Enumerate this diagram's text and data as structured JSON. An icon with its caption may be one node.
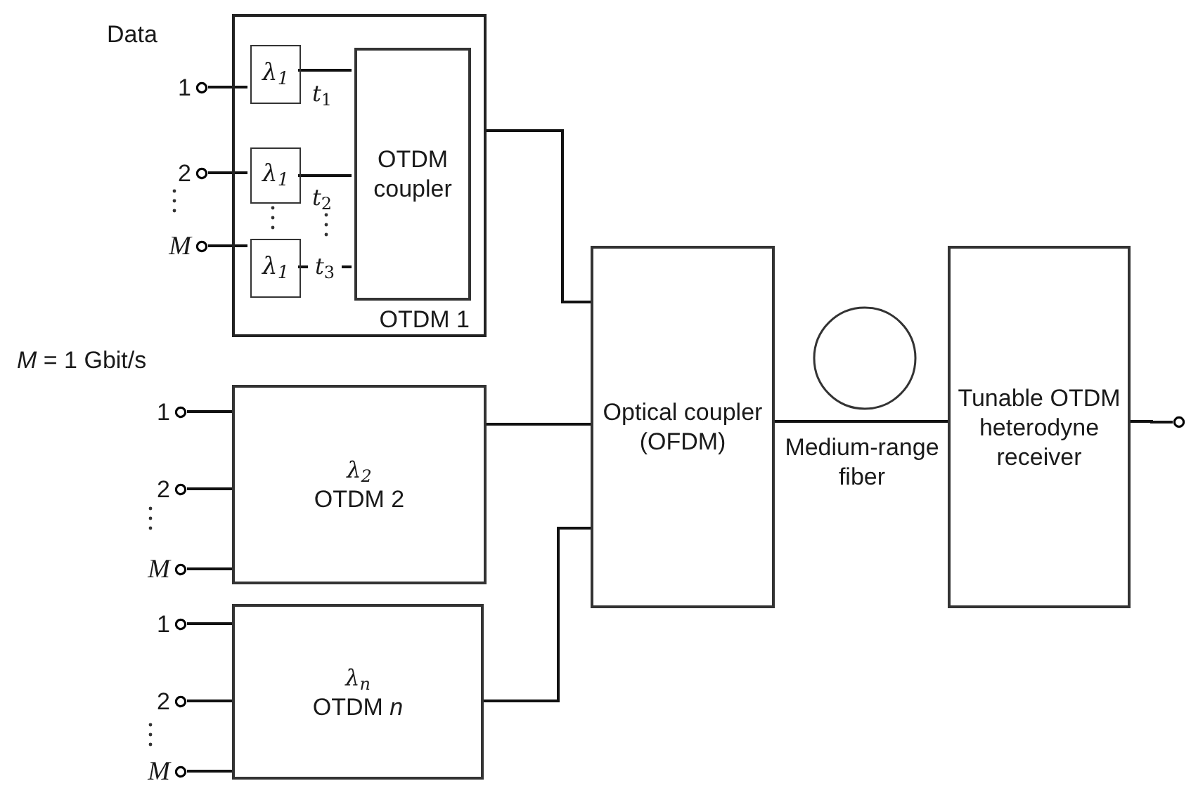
{
  "diagram": {
    "nodes": [
      {
        "text": [
          "OTDM 1"
        ]
      },
      {
        "text": [
          "λ$_{1}$"
        ],
        "in": 0
      },
      {
        "text": [
          "λ$_{1}$"
        ],
        "in": 0
      },
      {
        "text": [
          "λ$_{1}$"
        ],
        "in": 0
      },
      {
        "text": [
          "OTDM coupler"
        ],
        "in": 0
      },
      {
        "text": [
          "1"
        ]
      },
      {
        "text": [
          "2"
        ]
      },
      {
        "text": [
          "M"
        ]
      },
      {
        "text": [
          "λ$_{2}$",
          "OTDM 2"
        ]
      },
      {
        "text": [
          "1"
        ]
      },
      {
        "text": [
          "2"
        ]
      },
      {
        "text": [
          "M"
        ]
      },
      {
        "text": [
          "λ$_{n}$",
          "OTDM *n*"
        ]
      },
      {
        "text": [
          "1"
        ]
      },
      {
        "text": [
          "2"
        ]
      },
      {
        "text": [
          "M"
        ]
      },
      {
        "text": [
          "Optical coupler (OFDM)"
        ]
      },
      {
        "text": [
          "Tunable OTDM heterodyne receiver"
        ]
      },
      {
        "text": [],
        "shape": "circle"
      }
    ],
    "edges": [
      {
        "from": 5,
        "to": 1,
        "arrow": "none"
      },
      {
        "from": 6,
        "to": 2,
        "arrow": "none"
      },
      {
        "from": 7,
        "to": 3,
        "arrow": "none"
      },
      {
        "from": 1,
        "to": 4,
        "arrow": "none",
        "label": "*t*$_{1}$"
      },
      {
        "from": 2,
        "to": 4,
        "arrow": "none",
        "label": "*t*$_{2}$"
      },
      {
        "from": 3,
        "to": 4,
        "arrow": "none",
        "label": "*t*$_{3}$"
      },
      {
        "from": 0,
        "to": 16,
        "arrow": "none"
      },
      {
        "from": 8,
        "to": 16,
        "arrow": "none"
      },
      {
        "from": 12,
        "to": 16,
        "arrow": "none"
      },
      {
        "from": 16,
        "to": 17,
        "arrow": "none",
        "label": "Medium-range fiber"
      },
      {
        "from": 17,
        "to": 18,
        "arrow": "none"
      },
      {
        "from": 9,
        "to": 8,
        "arrow": "none"
      },
      {
        "from": 10,
        "to": 8,
        "arrow": "none"
      },
      {
        "from": 11,
        "to": 8,
        "arrow": "none"
      },
      {
        "from": 13,
        "to": 12,
        "arrow": "none"
      },
      {
        "from": 14,
        "to": 12,
        "arrow": "none"
      },
      {
        "from": 15,
        "to": 12,
        "arrow": "none"
      }
    ],
    "labels": [
      "Data",
      "*M* = 1 Gbit/s"
    ]
  }
}
